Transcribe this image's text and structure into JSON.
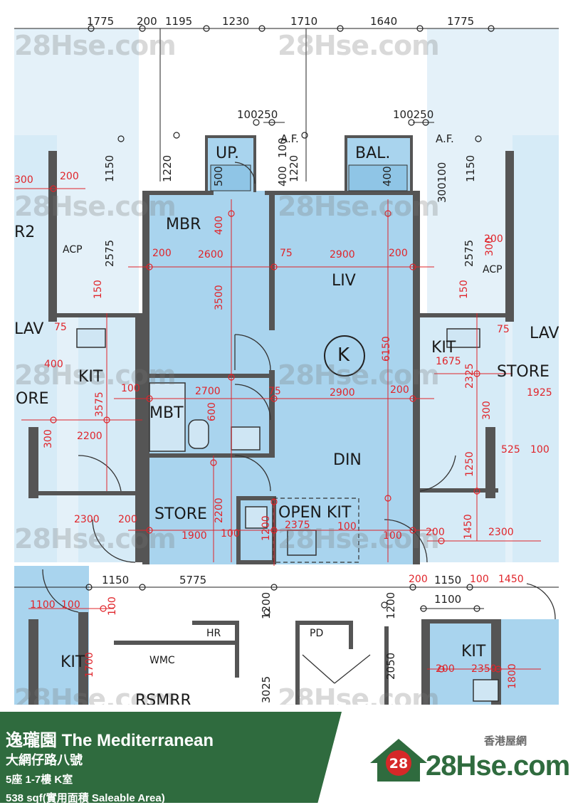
{
  "header_dims": [
    "1775",
    "200",
    "1195",
    "1230",
    "1710",
    "1640",
    "1775"
  ],
  "rooms": {
    "up": "UP.",
    "bal": "BAL.",
    "mbr": "MBR",
    "liv": "LIV",
    "mbt": "MBT",
    "din": "DIN",
    "store": "STORE",
    "open_kit": "OPEN KIT",
    "unit_mark": "K",
    "kit_left": "KIT",
    "store_left": "ORE",
    "lav_left": "LAV",
    "r2": "R2",
    "acp_left": "ACP",
    "kit_right": "KIT",
    "store_right": "STORE",
    "lav_right": "LAV",
    "acp_right": "ACP",
    "hr": "HR",
    "wmc": "WMC",
    "pd": "PD",
    "kit_bottom_left": "KIT",
    "kit_bottom_right": "KIT",
    "rsmrr": "RSMRR",
    "af_left": "A.F.",
    "af_right": "A.F."
  },
  "dims": {
    "d100250a": "100250",
    "d100250b": "100250",
    "d1150a": "1150",
    "d1220a": "1220",
    "d500": "500",
    "d400a": "400",
    "d100a": "100",
    "d1220b": "1220",
    "d400b": "400",
    "d300100": "300100",
    "d1150b": "1150",
    "d2575a": "2575",
    "d2575b": "2575",
    "d200a": "200",
    "d2600": "2600",
    "d75a": "75",
    "d2900a": "2900",
    "d200b": "200",
    "d3500": "3500",
    "d6150": "6150",
    "d400c": "400",
    "d2700": "2700",
    "d75b": "75",
    "d2900b": "2900",
    "d200c": "200",
    "d100b": "100",
    "d3575": "3575",
    "d2200a": "2200",
    "d2300a": "2300",
    "d200d": "200",
    "d1900": "1900",
    "d100c": "100",
    "d2375": "2375",
    "d100d": "100",
    "d100e": "100",
    "d200e": "200",
    "d2300b": "2300",
    "d1450a": "1450",
    "d1250": "1250",
    "d525": "525",
    "d100f": "100",
    "d1675": "1675",
    "d2325": "2325",
    "d1925": "1925",
    "d300a": "300",
    "d1150c": "1150",
    "d5775": "5775",
    "d1150d": "1150",
    "d100g": "100",
    "d1450b": "1450",
    "d1100a": "1100",
    "d1100b": "1100",
    "d100h": "100",
    "d1200a": "1200",
    "d1200b": "1200",
    "d2050": "2050",
    "d1700": "1700",
    "d200f": "200",
    "d2350": "2350",
    "d1800": "1800",
    "d3025": "3025",
    "d600": "600",
    "d2200b": "2200",
    "d200g": "200",
    "d300b": "300",
    "d150a": "150",
    "d150b": "150",
    "d75c": "75",
    "d75d": "75",
    "d400d": "400",
    "d200h": "200",
    "d300c": "300",
    "d300d": "300",
    "d200i": "200",
    "d100i": "100",
    "d1200c": "1200"
  },
  "watermark": "28Hse.com",
  "watermark_badge": "28",
  "footer": {
    "title": "逸瓏園 The Mediterranean",
    "address": "大網仔路八號",
    "unit": "5座 1-7樓 K室",
    "area": "538 sqf(實用面積 Saleable Area)",
    "brand_cn": "香港屋網",
    "brand": "28Hse.com",
    "badge": "28"
  },
  "colors": {
    "room_fill": "#a9d4ee",
    "room_fill_light": "#d6ebf7",
    "wall": "#555555",
    "dim_red": "#e0242a",
    "footer_green": "#2f6b3e",
    "brand_red": "#d62828"
  }
}
